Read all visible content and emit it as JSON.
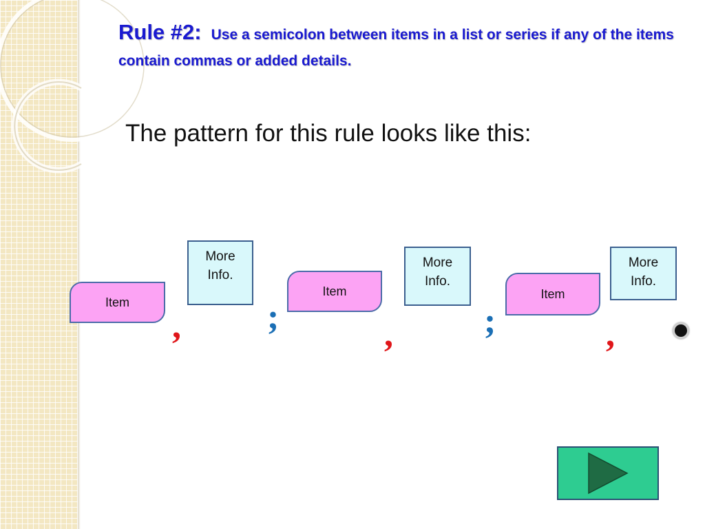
{
  "slide": {
    "rule_label": "Rule #2:",
    "rule_text": "Use a semicolon between items in a list or series if any of the items contain commas or added details.",
    "subtitle": "The pattern for this rule looks like this:"
  },
  "pattern": {
    "items": [
      "Item",
      "Item",
      "Item"
    ],
    "info": [
      {
        "line1": "More",
        "line2": "Info."
      },
      {
        "line1": "More",
        "line2": "Info."
      },
      {
        "line1": "More",
        "line2": "Info."
      }
    ],
    "comma": ",",
    "semicolon": ";"
  },
  "colors": {
    "title": "#1a1ad0",
    "item_fill": "#fca3f4",
    "info_fill": "#d9f8fb",
    "comma": "#e0161a",
    "semicolon": "#1b6fb5",
    "next_button": "#2ecc91"
  },
  "icons": {
    "next": "play-triangle-icon"
  }
}
